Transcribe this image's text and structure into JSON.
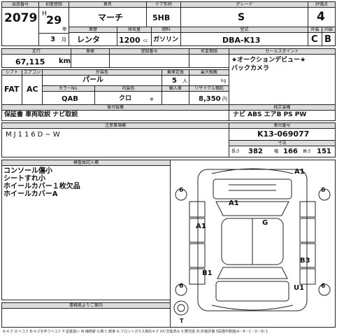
{
  "header": {
    "lot_label": "出品番号",
    "lot_number": "2079",
    "first_reg_label": "初度登録",
    "era": "H",
    "year": "29",
    "year_unit": "年",
    "month": "3",
    "month_unit": "月",
    "car_name_label": "車名",
    "car_name": "マーチ",
    "door_label": "ドア形状",
    "door": "5HB",
    "grade_label": "グレード",
    "grade": "S",
    "score_label": "評価点",
    "score": "4",
    "vehicle_use_label": "車歴",
    "vehicle_use": "レンタ",
    "displacement_label": "排気量",
    "displacement": "1200",
    "displacement_unit": "cc",
    "fuel_label": "燃料",
    "fuel": "ガソリン",
    "model_label": "型式",
    "model": "DBA-K13",
    "exterior_label": "外装",
    "exterior": "C",
    "interior_label": "内装",
    "interior": "B"
  },
  "row2": {
    "mileage_label": "走行",
    "mileage": "67,115",
    "mileage_unit": "km",
    "inspection_label": "車検",
    "reg_number_label": "登録番号",
    "name_change_label": "名変期限",
    "selling_points_label": "セールスポイント",
    "selling_points": [
      "★オークションデビュー★",
      "バックカメラ"
    ]
  },
  "row3": {
    "shift_label": "シフト",
    "shift": "FAT",
    "ac_label": "エアコン",
    "ac": "AC",
    "color_label": "外装色",
    "color": "パール",
    "capacity_label": "乗車定員",
    "capacity": "5",
    "capacity_unit": "人",
    "load_label": "最大積載",
    "load_unit": "kg",
    "color_no_label": "カラーNo.",
    "color_no": "QAB",
    "interior_color_label": "内装色",
    "interior_color": "クロ",
    "interior_color_mark": "※",
    "import_label": "輸入車",
    "recycle_label": "リサイクル預託",
    "recycle": "8,350",
    "recycle_unit": "円"
  },
  "row4": {
    "equipment_label": "後付装備",
    "equipment": "保証書 車両取説 ナビ取説",
    "genuine_label": "純正装備",
    "genuine": "ナビ ABS エアB PS PW"
  },
  "row5": {
    "vin_label": "注意事項欄",
    "vin": "MJ116D−W",
    "frame_label": "車台番号",
    "frame": "K13-069077",
    "dims_label": "寸法",
    "length_label": "長さ",
    "length": "382",
    "width_label": "幅",
    "width": "166",
    "height_label": "高さ",
    "height": "151"
  },
  "inspection": {
    "label": "検査員記入欄",
    "notes": [
      "コンソール傷小",
      "シートすれ小",
      "ホイールカバー１枚欠品",
      "ホイールカバーA"
    ]
  },
  "office": {
    "label": "事務局よりご案内"
  },
  "diagram": {
    "marks": [
      "A1",
      "A1",
      "G",
      "A1",
      "B3",
      "B1",
      "U1"
    ],
    "tire": "6",
    "trunk": "T"
  },
  "footer": "A:キズ U:ヘコミ B:キズを伴うヘコミ P:塗装違い W:補修跡 S:錆 C:腐食 G:フロントガラス飛石キズ XX:交換済み X:要交換 内:外装評価 5段階中数値(A・B・C・D・E) 1"
}
